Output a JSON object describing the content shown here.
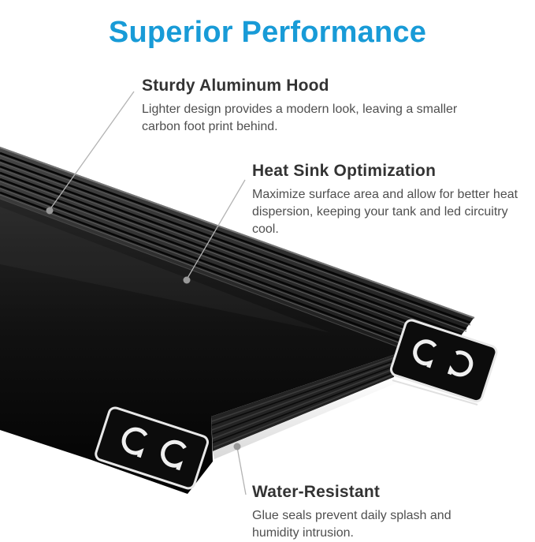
{
  "title": "Superior Performance",
  "colors": {
    "accent": "#189bd7",
    "heading": "#333333",
    "body": "#4f4f4f",
    "led_strip": "#f7f7f7",
    "metal_outline": "#e8e8e8",
    "callout_line": "#b3b3b3",
    "callout_dot": "#999999"
  },
  "callouts": [
    {
      "heading": "Sturdy Aluminum Hood",
      "body": "Lighter design provides a modern look, leaving a smaller carbon foot print behind."
    },
    {
      "heading": "Heat Sink Optimization",
      "body": "Maximize surface area and allow for better heat dispersion, keeping your tank and led circuitry cool."
    },
    {
      "heading": "Water-Resistant",
      "body": "Glue seals prevent daily splash and humidity intrusion."
    }
  ]
}
